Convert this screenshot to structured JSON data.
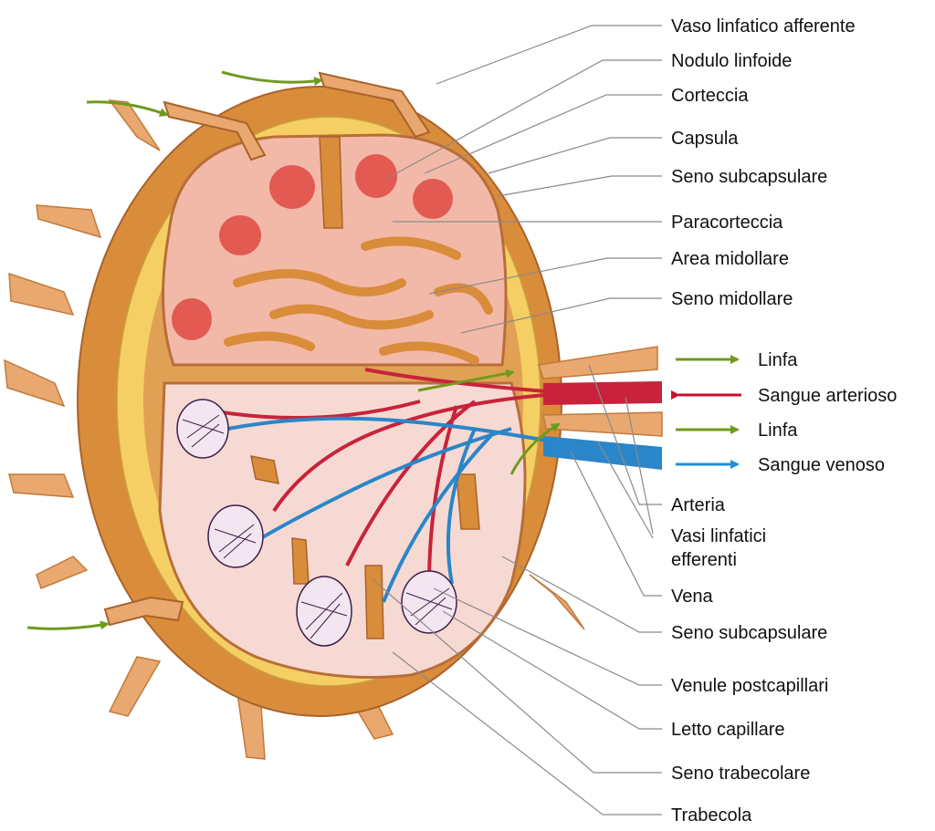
{
  "labels": {
    "vaso_linfatico_afferente": "Vaso linfatico afferente",
    "nodulo_linfoide": "Nodulo linfoide",
    "corteccia": "Corteccia",
    "capsula": "Capsula",
    "seno_subcapsulare_top": "Seno subcapsulare",
    "paracorteccia": "Paracorteccia",
    "area_midollare": "Area midollare",
    "seno_midollare": "Seno midollare",
    "arteria": "Arteria",
    "vasi_linfatici_efferenti_1": "Vasi linfatici",
    "vasi_linfatici_efferenti_2": "efferenti",
    "vena": "Vena",
    "seno_subcapsulare_bottom": "Seno subcapsulare",
    "venule_postcapillari": "Venule postcapillari",
    "letto_capillare": "Letto capillare",
    "seno_trabecolare": "Seno trabecolare",
    "trabecola": "Trabecola"
  },
  "legend": [
    {
      "label": "Linfa",
      "color": "#6f9a1e"
    },
    {
      "label": "Sangue arterioso",
      "color": "#c8102e"
    },
    {
      "label": "Linfa",
      "color": "#6f9a1e"
    },
    {
      "label": "Sangue venoso",
      "color": "#1e8fd6"
    }
  ],
  "colors": {
    "capsule": "#d98c3a",
    "sinus": "#f5cf63",
    "cortex": "#f2b9a8",
    "nodule": "#e35a52",
    "medulla_bg": "#f7d9d3",
    "artery": "#c8233a",
    "vein": "#2a86c9",
    "lymph": "#6f9a1e",
    "leader": "#8a8a8a"
  }
}
